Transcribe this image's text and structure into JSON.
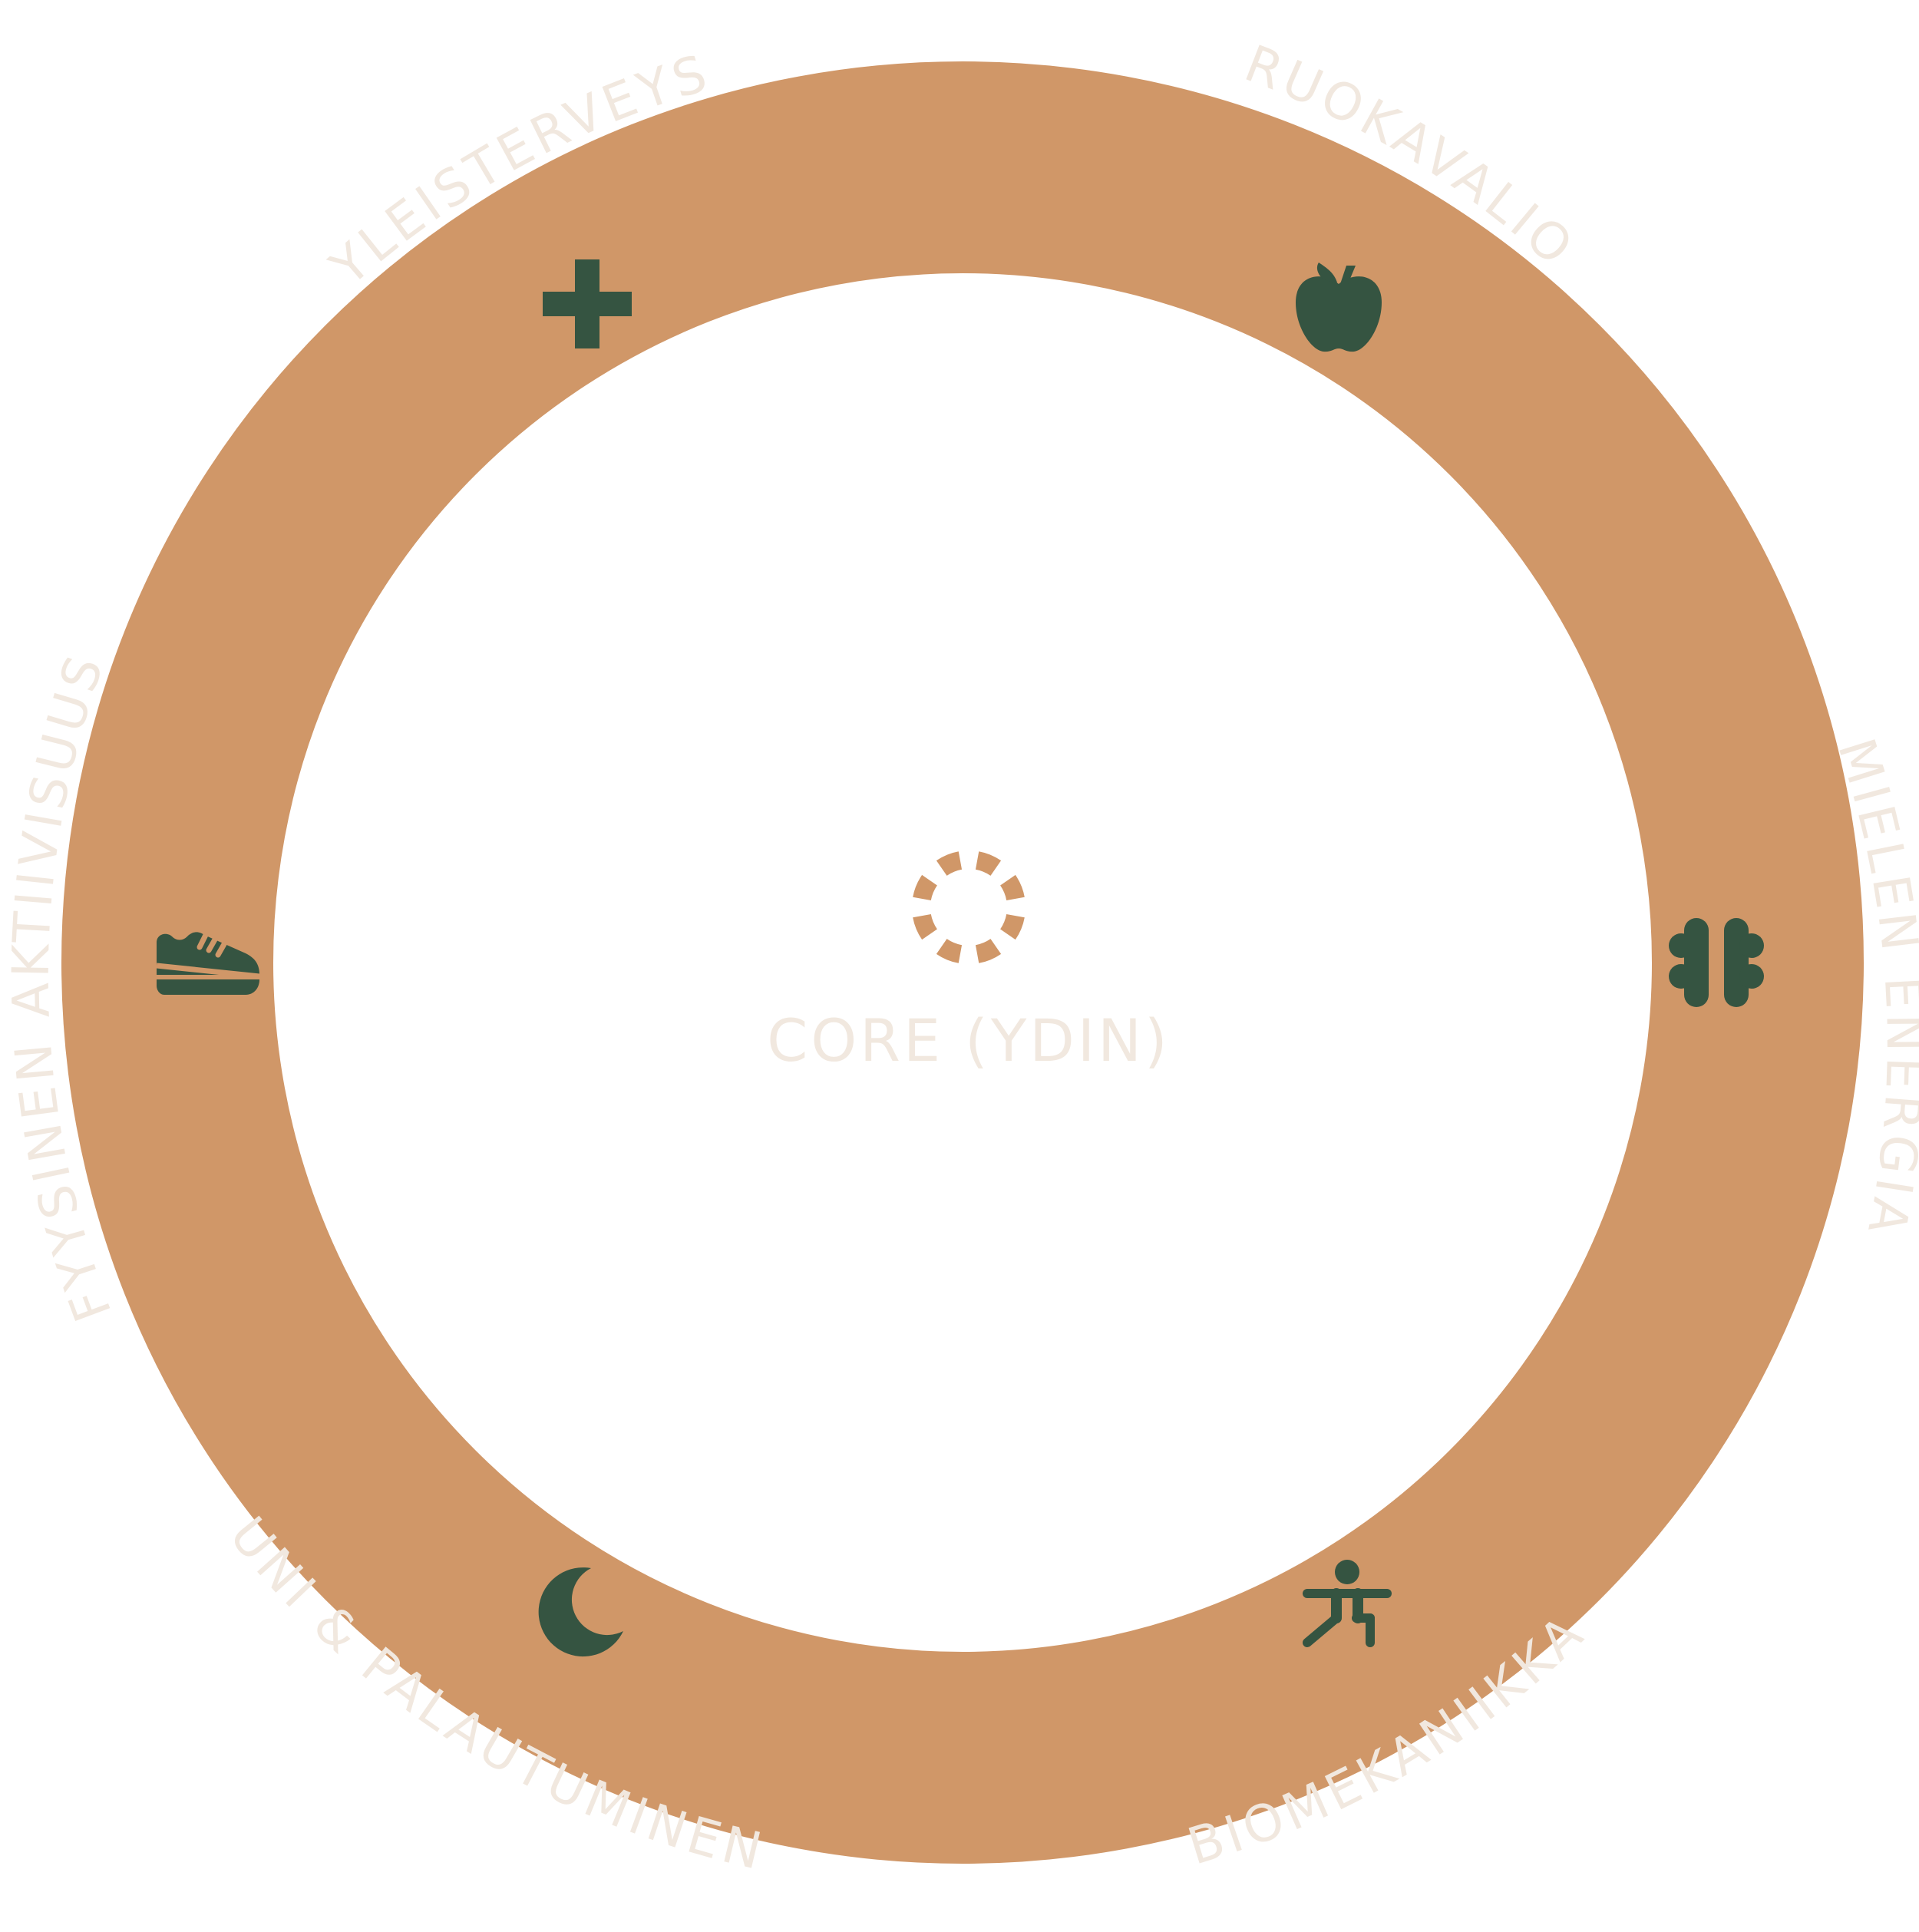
{
  "colors": {
    "ring": "#D09768",
    "icon": "#355441",
    "label": "#F1E8DF",
    "background": "#FFFFFF",
    "core_spinner": "#D09768"
  },
  "segments": [
    {
      "id": "yleisterveys",
      "label": "YLEISTERVEYS",
      "icon": "plus-cross-icon"
    },
    {
      "id": "ruokavalio",
      "label": "RUOKAVALIO",
      "icon": "apple-icon"
    },
    {
      "id": "mielen-energia",
      "label": "MIELEN ENERGIA",
      "icon": "brain-icon"
    },
    {
      "id": "biomekaniikka",
      "label": "BIOMEKANIIKKA",
      "icon": "yoga-pose-icon"
    },
    {
      "id": "uni-palautuminen",
      "label": "UNI & PALAUTUMINEN",
      "icon": "crescent-moon-icon"
    },
    {
      "id": "fyysinen-aktiivisuus",
      "label": "FYYSINEN AKTIIVISUUS",
      "icon": "running-shoe-icon"
    }
  ],
  "core": {
    "label": "CORE (YDIN)",
    "icon": "dashed-circle-spinner-icon"
  }
}
